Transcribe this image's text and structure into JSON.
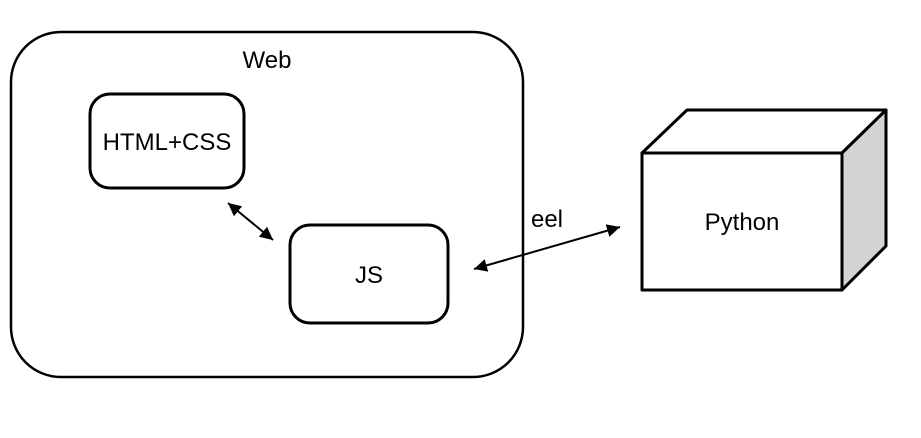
{
  "diagram": {
    "container": {
      "label": "Web"
    },
    "nodes": {
      "html_css": {
        "label": "HTML+CSS"
      },
      "js": {
        "label": "JS"
      },
      "python": {
        "label": "Python",
        "shape": "3d-cube"
      }
    },
    "edges": {
      "html_js": {
        "from": "HTML+CSS",
        "to": "JS",
        "type": "bidirectional",
        "label": ""
      },
      "js_python": {
        "from": "JS",
        "to": "Python",
        "type": "bidirectional",
        "label": "eel"
      }
    },
    "colors": {
      "line": "#000000",
      "node_fill": "#ffffff",
      "cube_side_fill": "#d4d4d4",
      "background": "#ffffff"
    }
  }
}
